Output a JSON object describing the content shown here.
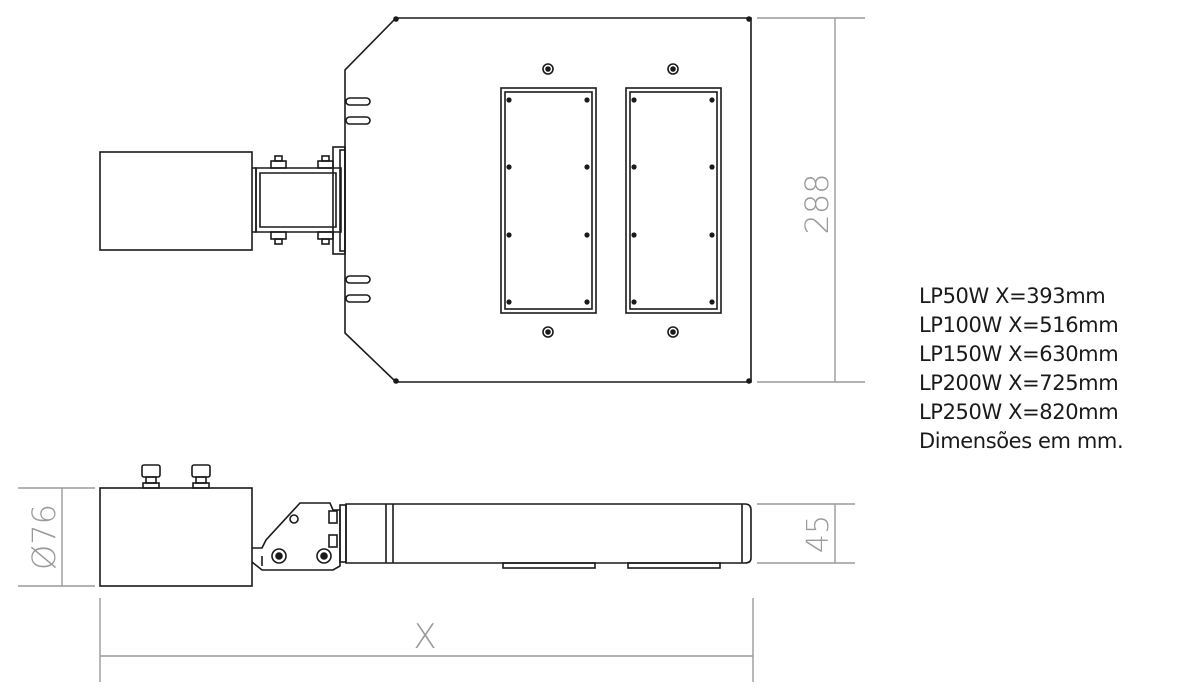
{
  "dimensions": {
    "width": "288",
    "diameter": "Ø76",
    "height": "45",
    "length": "X"
  },
  "specs": [
    "LP50W X=393mm",
    "LP100W X=516mm",
    "LP150W X=630mm",
    "LP200W X=725mm",
    "LP250W X=820mm",
    "Dimensões em mm."
  ]
}
